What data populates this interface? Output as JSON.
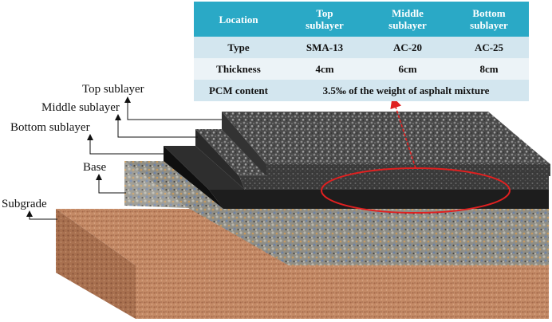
{
  "table": {
    "headers": [
      "Location",
      "Top sublayer",
      "Middle sublayer",
      "Bottom sublayer"
    ],
    "rows": [
      {
        "label": "Type",
        "values": [
          "SMA-13",
          "AC-20",
          "AC-25"
        ]
      },
      {
        "label": "Thickness",
        "values": [
          "4cm",
          "6cm",
          "8cm"
        ]
      },
      {
        "label": "PCM content",
        "merged": "3.5‰ of the weight of asphalt mixture"
      }
    ]
  },
  "labels": {
    "top": "Top sublayer",
    "middle": "Middle sublayer",
    "bottom": "Bottom sublayer",
    "base": "Base",
    "subgrade": "Subgrade"
  },
  "colors": {
    "header_bg": "#2aa9c6",
    "row_shade": "#d3e6ef",
    "row_light": "#ecf3f7",
    "highlight": "#e02020"
  }
}
